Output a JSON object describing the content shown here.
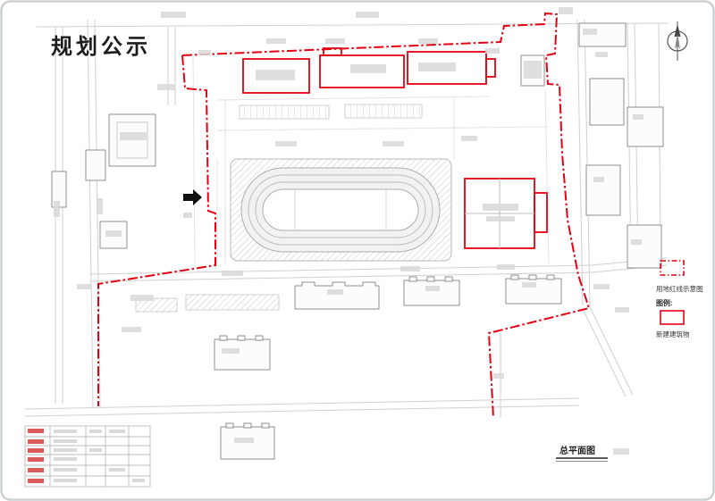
{
  "header": {
    "title": "规划公示"
  },
  "legend": {
    "title": "图例:",
    "items": [
      {
        "label": "用地红线示意图",
        "symbol": "red-dash-dot-box",
        "color": "#e60012"
      },
      {
        "label": "新建建筑物",
        "symbol": "red-solid-box",
        "color": "#e60012"
      }
    ]
  },
  "footer": {
    "drawing_label": "总平面图"
  },
  "icons": {
    "north_arrow": "north-arrow-icon",
    "entrance_arrow": "entrance-arrow-icon"
  },
  "colors": {
    "redline": "#e60012",
    "road": "#cfcfcf",
    "building_outline": "#8f8f8f"
  }
}
